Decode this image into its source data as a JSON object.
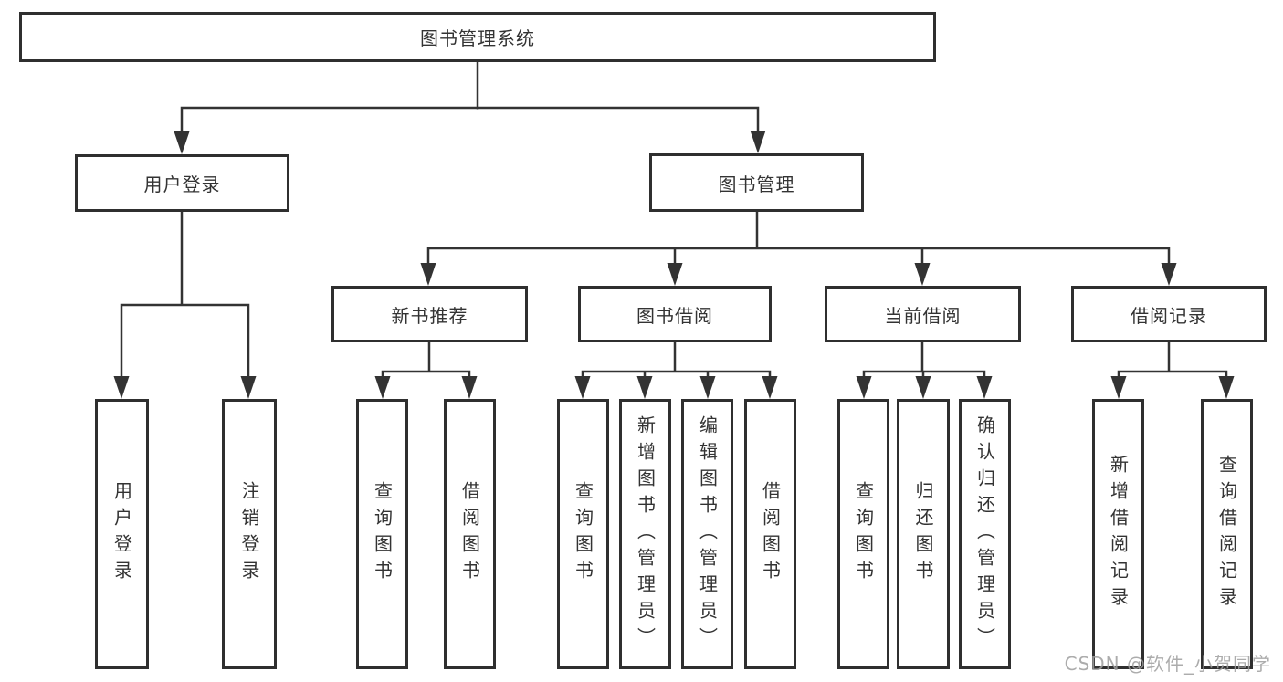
{
  "diagram": {
    "root": {
      "label": "图书管理系统"
    },
    "user_login": {
      "label": "用户登录",
      "children": [
        {
          "label": "用户登录"
        },
        {
          "label": "注销登录"
        }
      ]
    },
    "book_management": {
      "label": "图书管理",
      "modules": [
        {
          "label": "新书推荐",
          "children": [
            {
              "label": "查询图书"
            },
            {
              "label": "借阅图书"
            }
          ]
        },
        {
          "label": "图书借阅",
          "children": [
            {
              "label": "查询图书"
            },
            {
              "label": "新增图书（管理员）"
            },
            {
              "label": "编辑图书（管理员）"
            },
            {
              "label": "借阅图书"
            }
          ]
        },
        {
          "label": "当前借阅",
          "children": [
            {
              "label": "查询图书"
            },
            {
              "label": "归还图书"
            },
            {
              "label": "确认归还（管理员）"
            }
          ]
        },
        {
          "label": "借阅记录",
          "children": [
            {
              "label": "新增借阅记录"
            },
            {
              "label": "查询借阅记录"
            }
          ]
        }
      ]
    },
    "watermark": "CSDN @软件_小贺同学",
    "colors": {
      "line": "#333333",
      "box_border": "#2f2f2f",
      "text": "#333333",
      "watermark": "#9e9e9e",
      "background": "#ffffff"
    }
  }
}
